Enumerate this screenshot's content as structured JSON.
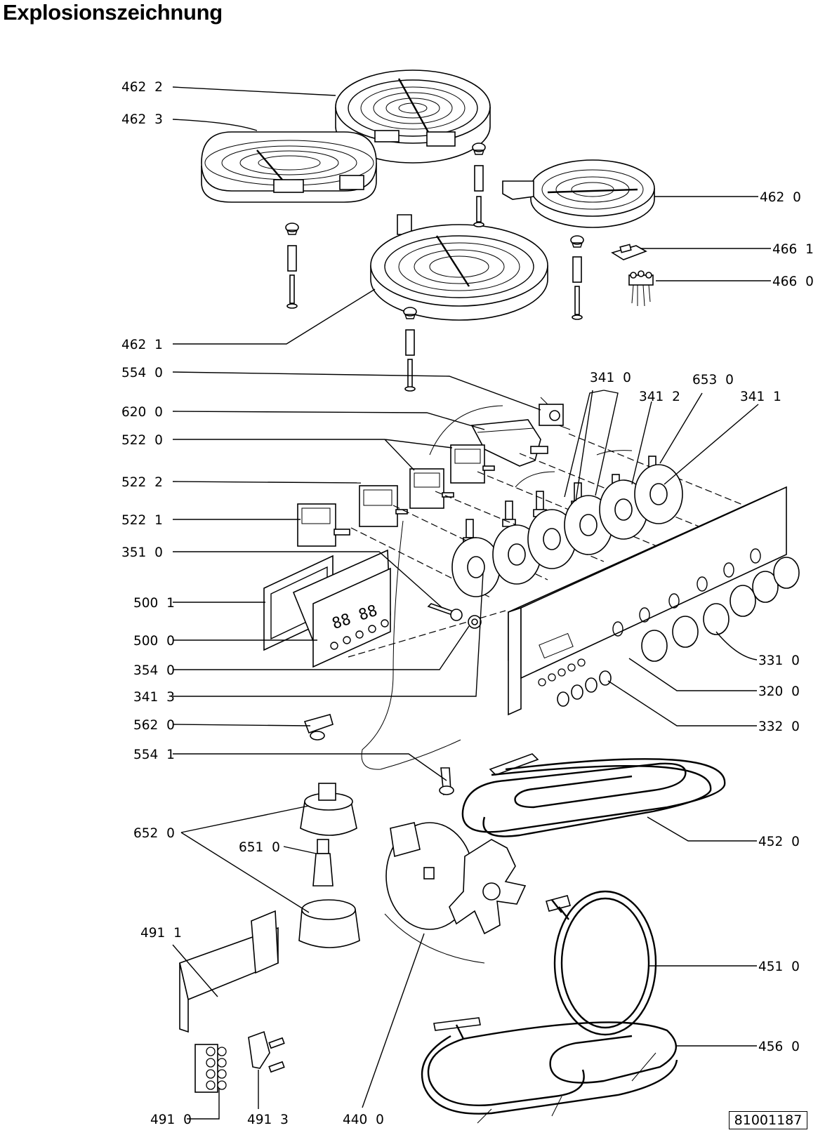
{
  "title": "Explosionszeichnung",
  "document_number": "81001187",
  "labels": {
    "p4622": "462  2",
    "p4623": "462  3",
    "p4620": "462  0",
    "p4661": "466  1",
    "p4660": "466  0",
    "p4621": "462  1",
    "p5540": "554  0",
    "p3410": "341  0",
    "p6530": "653  0",
    "p3412": "341  2",
    "p3411": "341  1",
    "p6200": "620  0",
    "p5220": "522  0",
    "p5222": "522  2",
    "p5221": "522  1",
    "p3510": "351  0",
    "p5001": "500  1",
    "p5000": "500  0",
    "p3540": "354  0",
    "p3413": "341  3",
    "p3310": "331  0",
    "p3200": "320  0",
    "p5620": "562  0",
    "p3320": "332  0",
    "p5541": "554  1",
    "p6520": "652  0",
    "p4520": "452  0",
    "p6510": "651  0",
    "p4911": "491  1",
    "p4510": "451  0",
    "p4560": "456  0",
    "p4910": "491  0",
    "p4913": "491  3",
    "p4400": "440  0"
  }
}
